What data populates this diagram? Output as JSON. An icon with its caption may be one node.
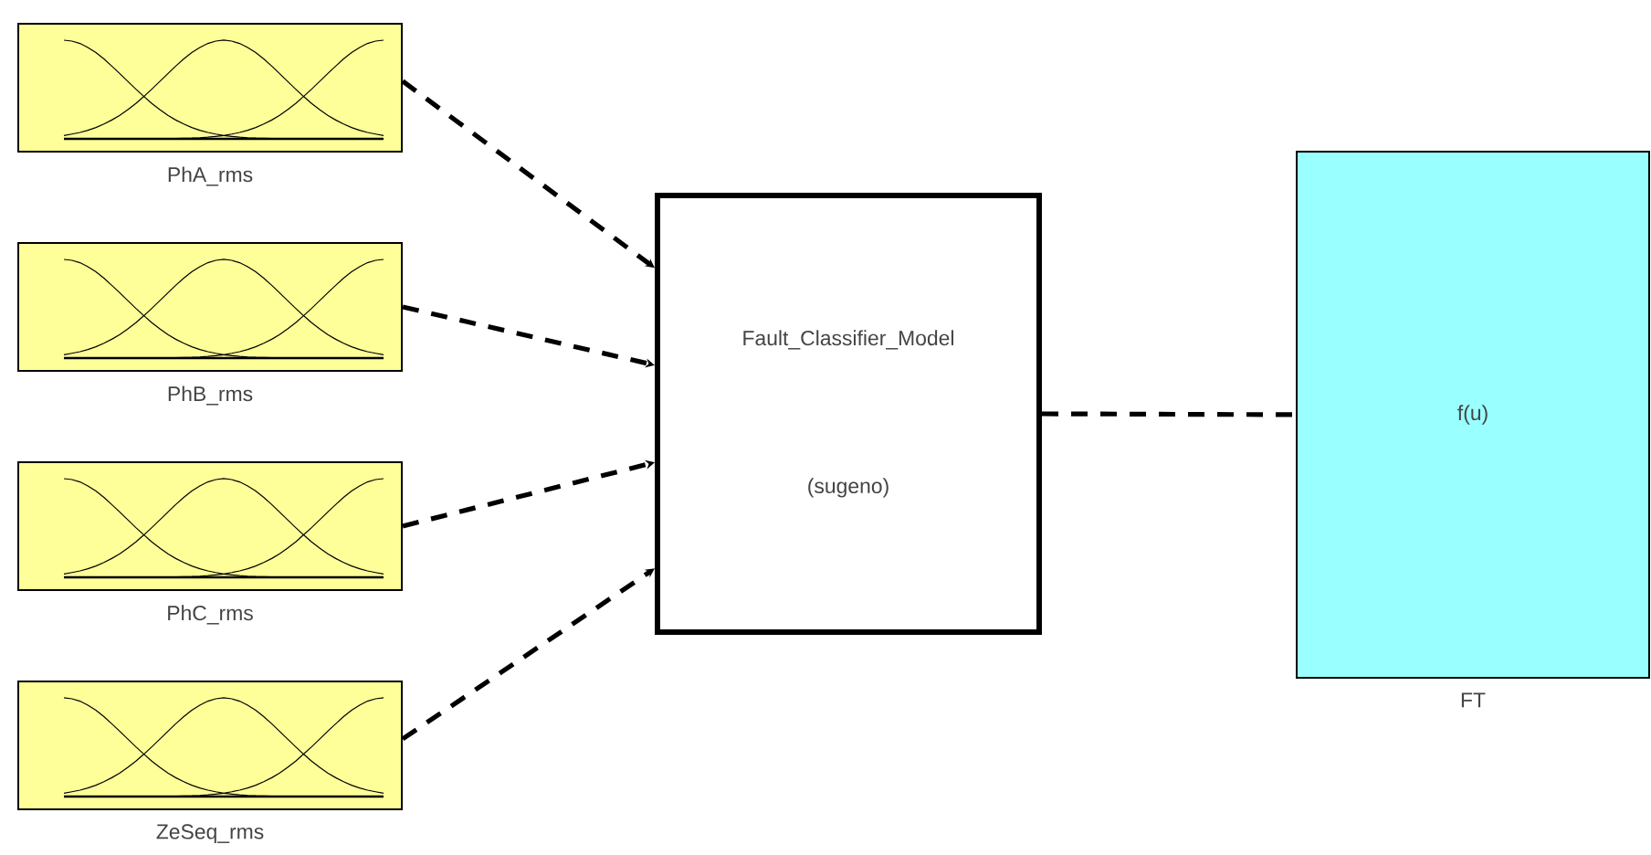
{
  "diagram": {
    "nodes": [
      {
        "text": [],
        "shape": "box",
        "beside": [
          "PhA_rms"
        ]
      },
      {
        "text": [],
        "shape": "box",
        "beside": [
          "PhB_rms"
        ]
      },
      {
        "text": [],
        "shape": "box",
        "beside": [
          "PhC_rms"
        ]
      },
      {
        "text": [],
        "shape": "box",
        "beside": [
          "ZeSeq_rms"
        ]
      },
      {
        "text": [
          "Fault_Classifier_Model",
          "(sugeno)"
        ]
      },
      {
        "text": [
          "f(u)"
        ],
        "beside": [
          "FT"
        ]
      }
    ],
    "edges": [
      {
        "from": 0,
        "to": 4,
        "arrow": "to",
        "style": "dashed"
      },
      {
        "from": 1,
        "to": 4,
        "arrow": "to",
        "style": "dashed"
      },
      {
        "from": 2,
        "to": 4,
        "arrow": "to",
        "style": "dashed"
      },
      {
        "from": 3,
        "to": 4,
        "arrow": "to",
        "style": "dashed"
      },
      {
        "from": 4,
        "to": 5,
        "arrow": "none",
        "style": "dashed"
      }
    ]
  }
}
